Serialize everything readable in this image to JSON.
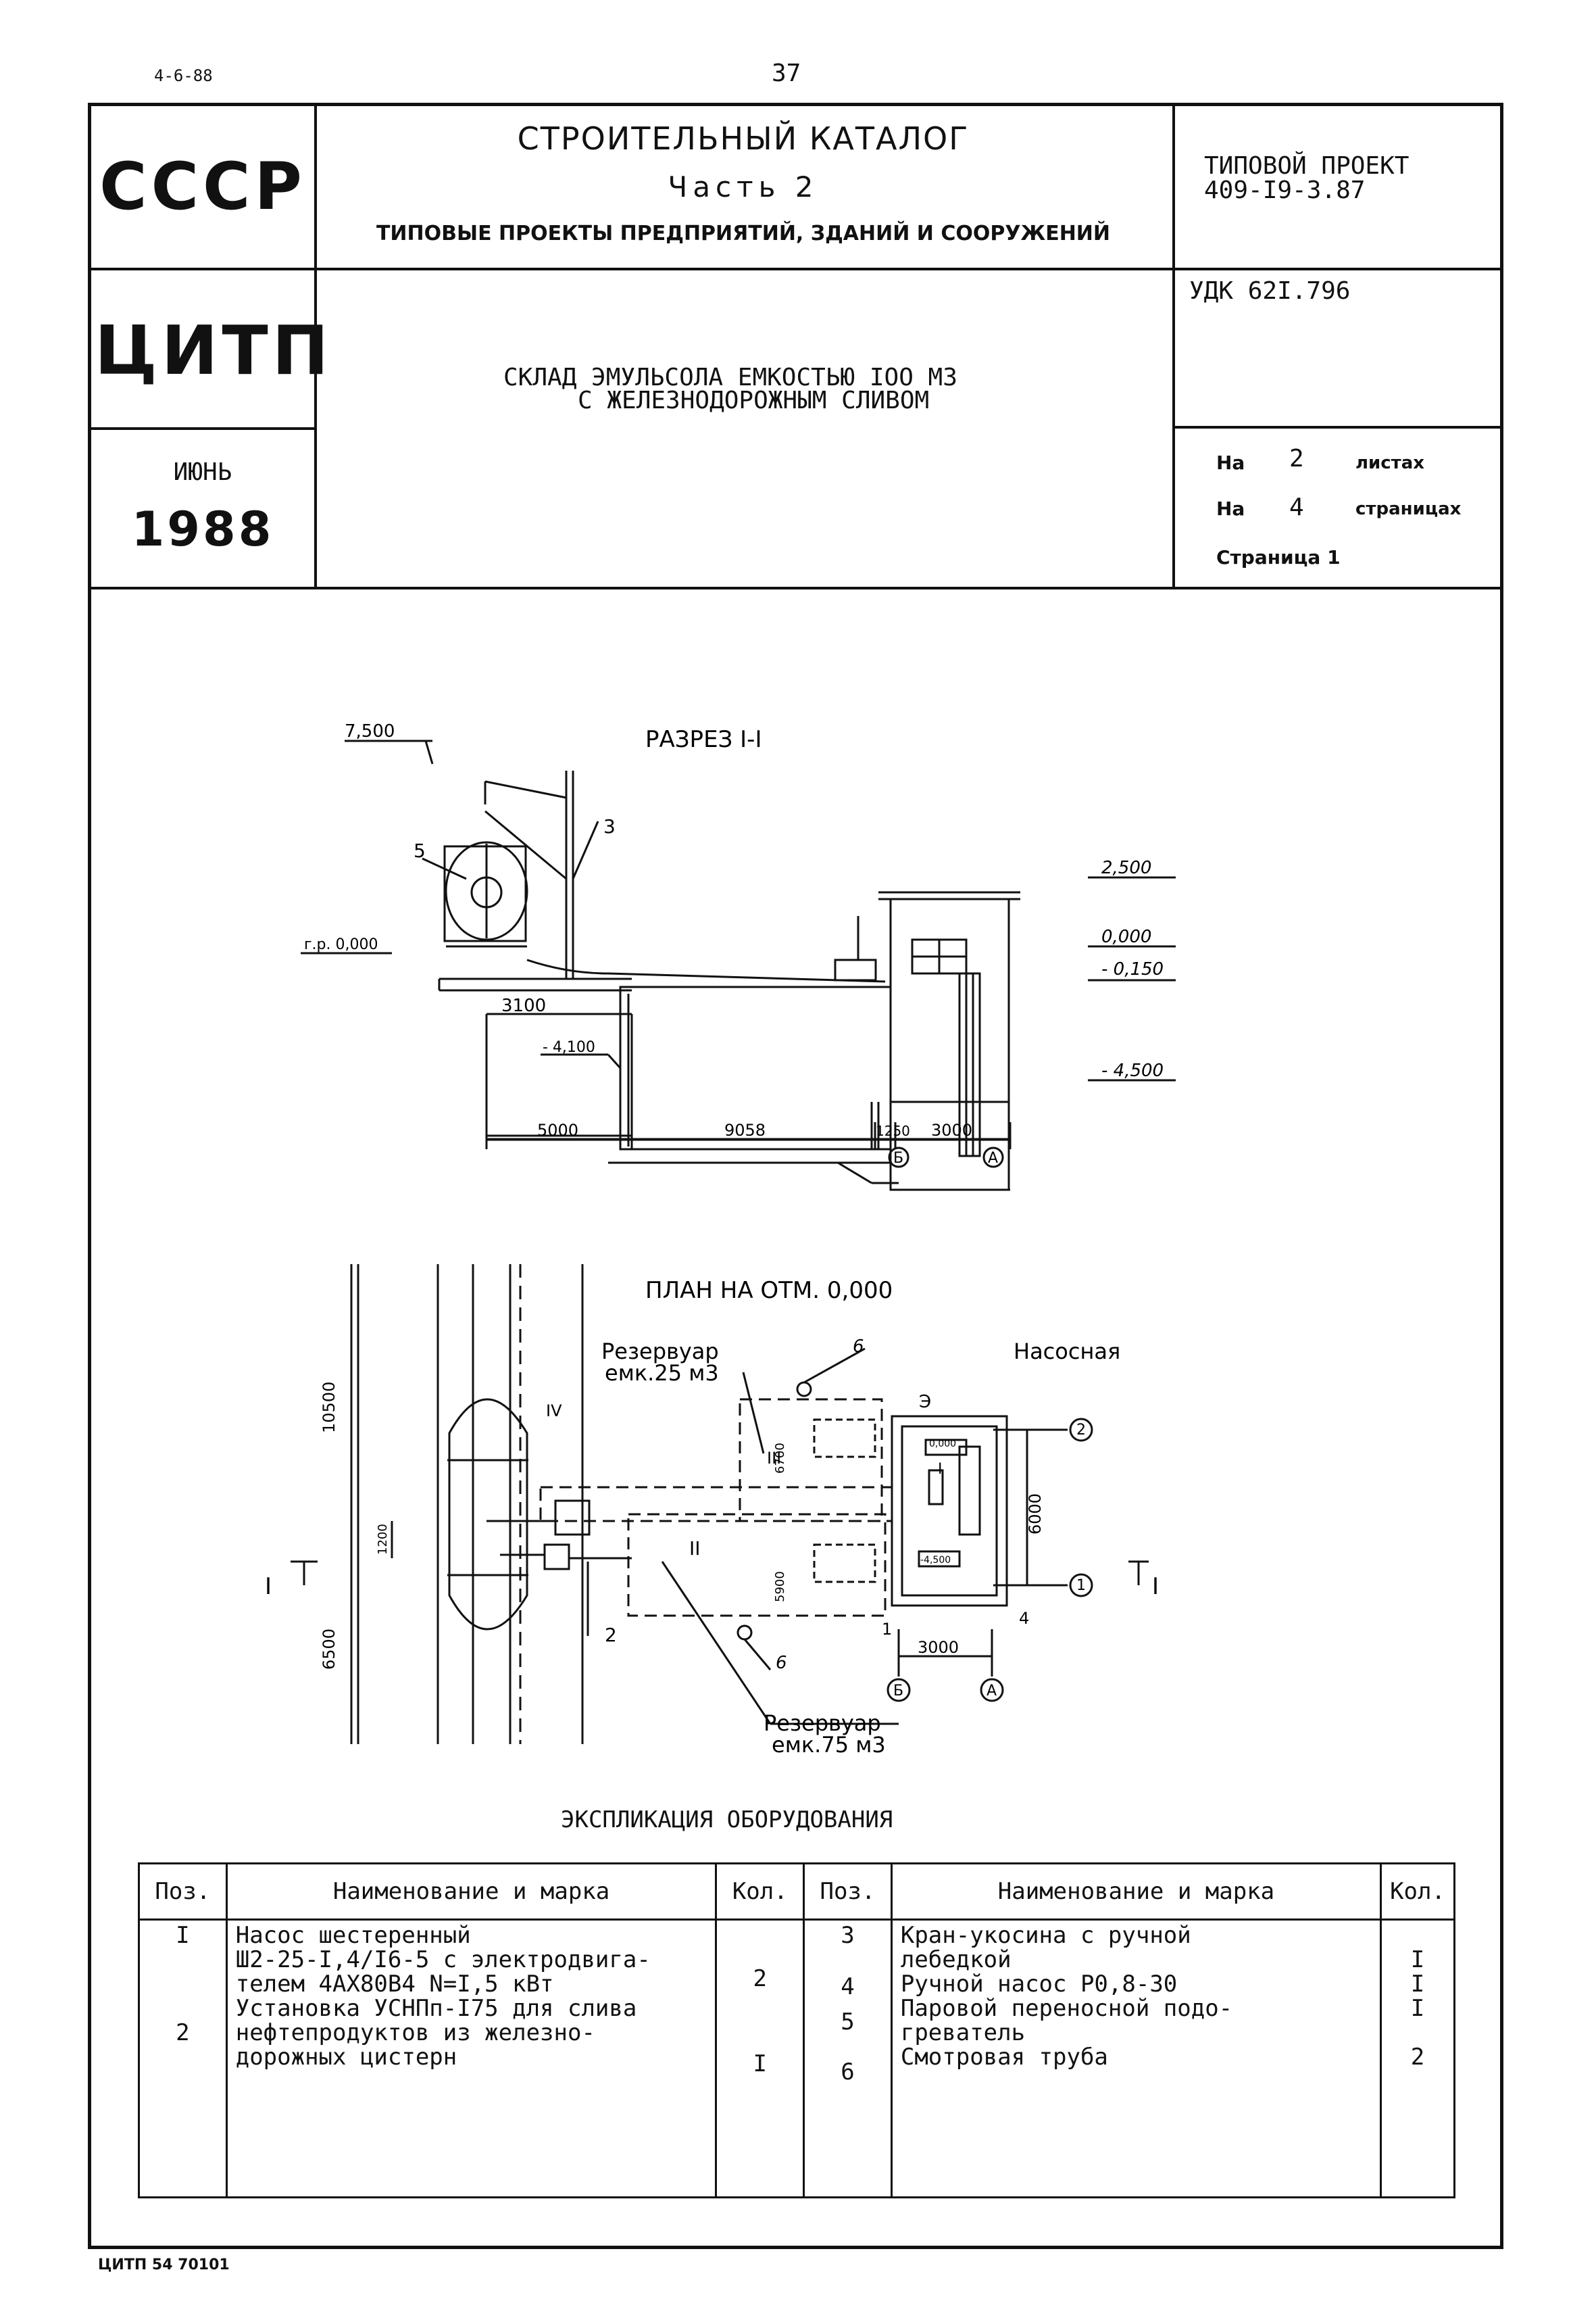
{
  "page": {
    "doc_code": "4-6-88",
    "page_number": "37",
    "footer": "ЦИТП 54 70101"
  },
  "header": {
    "org_short": "СССР",
    "catalog_title": "СТРОИТЕЛЬНЫЙ КАТАЛОГ",
    "catalog_part": "Часть 2",
    "catalog_subtitle": "ТИПОВЫЕ ПРОЕКТЫ ПРЕДПРИЯТИЙ, ЗДАНИЙ И СООРУЖЕНИЙ",
    "project_label": "ТИПОВОЙ ПРОЕКТ",
    "project_number": "409-I9-3.87",
    "org_name": "ЦИТП",
    "udk": "УДК 62I.796",
    "doc_title_line1": "СКЛАД ЭМУЛЬСОЛА ЕМКОСТЬЮ IOO M3",
    "doc_title_line2": "С ЖЕЛЕЗНОДОРОЖНЫМ СЛИВОМ",
    "month": "ИЮНЬ",
    "year": "1988",
    "sheets_prefix": "На",
    "sheets_value": "2",
    "sheets_label": "листах",
    "pages_prefix": "На",
    "pages_value": "4",
    "pages_label": "страницах",
    "page_label": "Страница 1"
  },
  "section_view": {
    "title": "РАЗРЕЗ I-I",
    "elev_top": "7,500",
    "elev_roof": "2,500",
    "elev_zero": "0,000",
    "elev_minus015": "- 0,150",
    "elev_minus45": "- 4,500",
    "elev_minus41": "- 4,100",
    "ground_label": "г.р. 0,000",
    "pos5": "5",
    "pos3": "3",
    "dim_3100": "3100",
    "dim_5000": "5000",
    "dim_9058": "9058",
    "dim_1250": "1250",
    "dim_3000": "3000",
    "axis_b": "Б",
    "axis_a": "А"
  },
  "plan_view": {
    "title": "ПЛАН НА ОТМ. 0,000",
    "tank25_line1": "Резервуар",
    "tank25_line2": "емк.25 м3",
    "tank75_line1": "Резервуар",
    "tank75_line2": "емк.75 м3",
    "pump_station": "Насосная",
    "pos6_top": "6",
    "pos6_bottom": "6",
    "pos2": "2",
    "pos1": "1",
    "pos4": "4",
    "label_e": "Э",
    "roman_i": "I",
    "roman_ii": "II",
    "roman_iii": "III",
    "roman_iv": "IV",
    "dim_10500": "10500",
    "dim_6500": "6500",
    "dim_1200": "1200",
    "dim_6000": "6000",
    "dim_6700": "6700",
    "dim_5900": "5900",
    "dim_3000": "3000",
    "elev_0000": "0,000",
    "elev_m4500": "-4,500",
    "axis_1": "1",
    "axis_2": "2",
    "axis_b": "Б",
    "axis_a": "А",
    "cut_label_left": "I",
    "cut_label_right": "I"
  },
  "equipment": {
    "title": "ЭКСПЛИКАЦИЯ ОБОРУДОВАНИЯ",
    "headers": {
      "pos": "Поз.",
      "name": "Наименование и марка",
      "qty": "Кол.",
      "pos2": "Поз.",
      "name2": "Наименование и марка",
      "qty2": "Кол."
    },
    "left": {
      "pos1": "I",
      "name1_l1": "Насос шестеренный",
      "name1_l2": "Ш2-25-I,4/I6-5 с электродвига-",
      "name1_l3": "телем 4АХ80В4 N=I,5 кВт",
      "qty1": "2",
      "pos2": "2",
      "name2_l1": "Установка УСНПп-I75 для слива",
      "name2_l2": "нефтепродуктов из железно-",
      "name2_l3": "дорожных цистерн",
      "qty2": "I"
    },
    "right": {
      "pos3": "3",
      "name3_l1": "Кран-укосина с ручной",
      "name3_l2": "лебедкой",
      "qty3": "I",
      "pos4": "4",
      "name4": "Ручной насос Р0,8-30",
      "qty4": "I",
      "pos5": "5",
      "name5_l1": "Паровой переносной подо-",
      "name5_l2": "греватель",
      "qty5": "I",
      "pos6": "6",
      "name6": "Смотровая труба",
      "qty6": "2"
    }
  }
}
